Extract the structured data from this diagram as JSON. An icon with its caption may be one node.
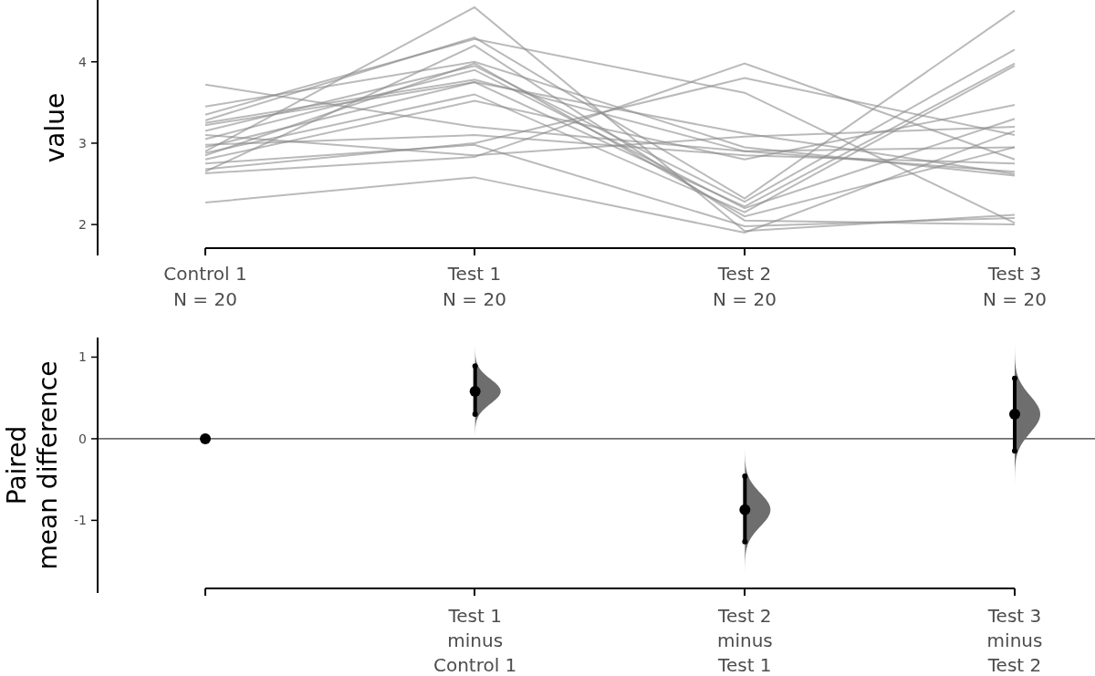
{
  "diagram": {
    "chart_data": [
      {
        "type": "line",
        "ylabel": "value",
        "categories": [
          "Control 1 N = 20",
          "Test 1 N = 20",
          "Test 2 N = 20",
          "Test 3 N = 20"
        ],
        "yticks": [
          2,
          3,
          4
        ],
        "ylim": [
          1.62,
          4.76
        ],
        "series": [
          {
            "color": "#8c8c8c",
            "values": [
              3.72,
              3.2,
              2.9,
              2.65
            ]
          },
          {
            "color": "#8c8c8c",
            "values": [
              3.45,
              4.0,
              2.95,
              2.6
            ]
          },
          {
            "color": "#8c8c8c",
            "values": [
              3.35,
              4.28,
              3.62,
              2.02
            ]
          },
          {
            "color": "#8c8c8c",
            "values": [
              3.28,
              4.3,
              2.32,
              4.63
            ]
          },
          {
            "color": "#8c8c8c",
            "values": [
              3.25,
              3.78,
              2.9,
              2.95
            ]
          },
          {
            "color": "#8c8c8c",
            "values": [
              3.22,
              3.75,
              2.22,
              3.98
            ]
          },
          {
            "color": "#8c8c8c",
            "values": [
              3.15,
              3.95,
              2.28,
              4.15
            ]
          },
          {
            "color": "#8c8c8c",
            "values": [
              3.1,
              2.85,
              3.08,
              3.2
            ]
          },
          {
            "color": "#8c8c8c",
            "values": [
              3.05,
              3.9,
              2.2,
              3.3
            ]
          },
          {
            "color": "#8c8c8c",
            "values": [
              2.98,
              3.1,
              2.85,
              2.75
            ]
          },
          {
            "color": "#8c8c8c",
            "values": [
              2.95,
              3.75,
              3.12,
              2.62
            ]
          },
          {
            "color": "#8c8c8c",
            "values": [
              2.9,
              4.67,
              1.92,
              2.12
            ]
          },
          {
            "color": "#8c8c8c",
            "values": [
              2.88,
              3.6,
              2.15,
              3.95
            ]
          },
          {
            "color": "#8c8c8c",
            "values": [
              2.85,
              3.98,
              2.1,
              2.95
            ]
          },
          {
            "color": "#8c8c8c",
            "values": [
              2.8,
              3.52,
              2.8,
              3.47
            ]
          },
          {
            "color": "#8c8c8c",
            "values": [
              2.75,
              2.98,
              1.98,
              2.08
            ]
          },
          {
            "color": "#8c8c8c",
            "values": [
              2.68,
              3.0,
              3.8,
              3.1
            ]
          },
          {
            "color": "#8c8c8c",
            "values": [
              2.65,
              4.2,
              2.05,
              2.0
            ]
          },
          {
            "color": "#8c8c8c",
            "values": [
              2.63,
              2.83,
              3.98,
              2.8
            ]
          },
          {
            "color": "#8c8c8c",
            "values": [
              2.27,
              2.58,
              1.9,
              3.15
            ]
          }
        ]
      },
      {
        "type": "scatter",
        "ylabel": "Paired mean difference",
        "categories": [
          null,
          "Test 1 minus Control 1",
          "Test 2 minus Test 1",
          "Test 3 minus Test 2"
        ],
        "yticks": [
          -1,
          0,
          1
        ],
        "ylim": [
          -1.89,
          1.24
        ],
        "series": [
          {
            "color": "#000000",
            "values": [
              0,
              0.58,
              -0.87,
              0.3
            ]
          },
          {
            "color": "#000000",
            "values": [
              null,
              0.3,
              -1.26,
              -0.15
            ]
          },
          {
            "color": "#000000",
            "values": [
              null,
              0.89,
              -0.46,
              0.74
            ]
          }
        ]
      }
    ]
  }
}
